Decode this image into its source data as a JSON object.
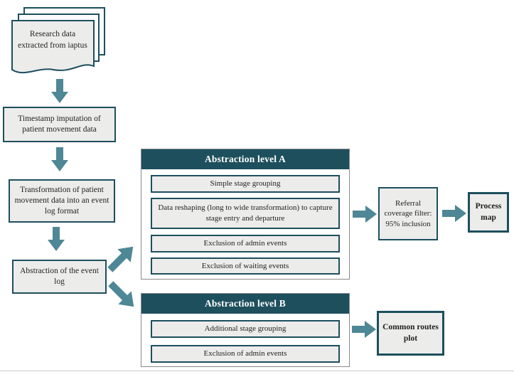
{
  "page": {
    "colors": {
      "dark_teal": "#1d4f5d",
      "arrow_teal": "#4e8795",
      "box_fill": "#ececeb",
      "container_border": "#8a8a8a",
      "text": "#1f1f1f",
      "bottom_line": "#c9c9c9"
    }
  },
  "flow": {
    "source_document": {
      "label": "Research data extracted from iaptus"
    },
    "step_timestamp": {
      "label": "Timestamp imputation of patient movement data"
    },
    "step_transformation": {
      "label": "Transformation of patient movement data into an event log format"
    },
    "step_abstraction": {
      "label": "Abstraction of the event log"
    },
    "level_a": {
      "title": "Abstraction level A",
      "items": [
        {
          "label": "Simple stage grouping"
        },
        {
          "label": "Data reshaping (long to wide transformation) to capture stage entry and departure"
        },
        {
          "label": "Exclusion of admin events"
        },
        {
          "label": "Exclusion of waiting events"
        }
      ]
    },
    "level_b": {
      "title": "Abstraction level B",
      "items": [
        {
          "label": "Additional stage grouping"
        },
        {
          "label": "Exclusion of admin events"
        }
      ]
    },
    "referral_filter": {
      "label": "Referral coverage filter: 95% inclusion"
    },
    "process_map": {
      "label": "Process map"
    },
    "common_routes": {
      "label": "Common routes plot"
    }
  }
}
